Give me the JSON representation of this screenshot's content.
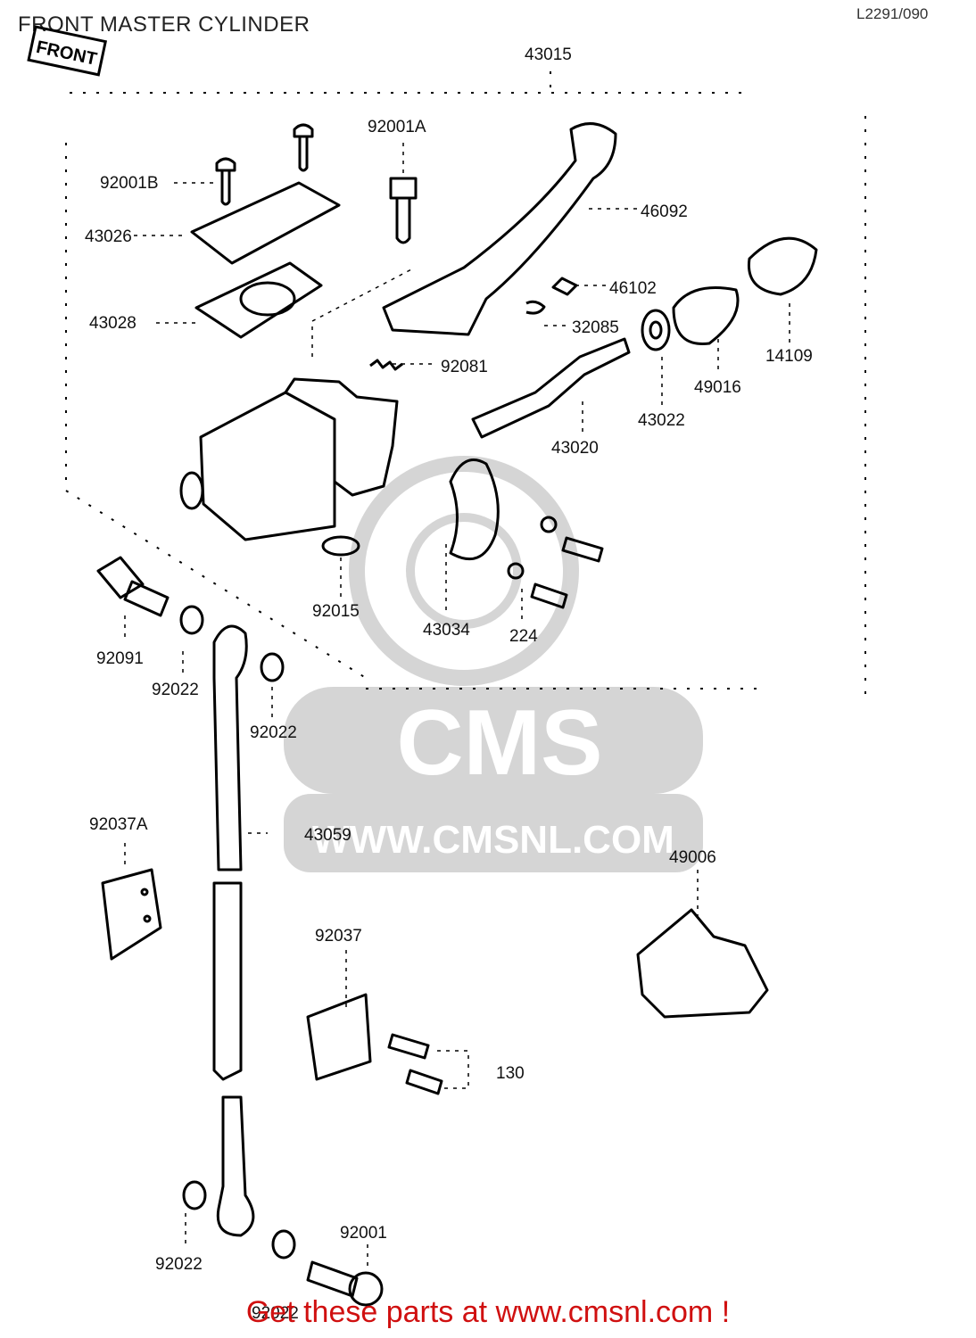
{
  "title": "FRONT MASTER CYLINDER",
  "drawing_code": "L2291/090",
  "front_marker": "FRONT",
  "watermark": {
    "brand": "CMS",
    "url": "WWW.CMSNL.COM"
  },
  "footer": "Get these parts at www.cmsnl.com !",
  "parts": [
    {
      "id": "p-43015",
      "label": "43015"
    },
    {
      "id": "p-92001A",
      "label": "92001A"
    },
    {
      "id": "p-92001B",
      "label": "92001B"
    },
    {
      "id": "p-46092",
      "label": "46092"
    },
    {
      "id": "p-43026",
      "label": "43026"
    },
    {
      "id": "p-46102",
      "label": "46102"
    },
    {
      "id": "p-43028",
      "label": "43028"
    },
    {
      "id": "p-32085",
      "label": "32085"
    },
    {
      "id": "p-14109",
      "label": "14109"
    },
    {
      "id": "p-92081",
      "label": "92081"
    },
    {
      "id": "p-49016",
      "label": "49016"
    },
    {
      "id": "p-43022",
      "label": "43022"
    },
    {
      "id": "p-43020",
      "label": "43020"
    },
    {
      "id": "p-92015",
      "label": "92015"
    },
    {
      "id": "p-43034",
      "label": "43034"
    },
    {
      "id": "p-224",
      "label": "224"
    },
    {
      "id": "p-92091",
      "label": "92091"
    },
    {
      "id": "p-92022a",
      "label": "92022"
    },
    {
      "id": "p-92022b",
      "label": "92022"
    },
    {
      "id": "p-92037A",
      "label": "92037A"
    },
    {
      "id": "p-43059",
      "label": "43059"
    },
    {
      "id": "p-49006",
      "label": "49006"
    },
    {
      "id": "p-92037",
      "label": "92037"
    },
    {
      "id": "p-130",
      "label": "130"
    },
    {
      "id": "p-92001",
      "label": "92001"
    },
    {
      "id": "p-92022c",
      "label": "92022"
    },
    {
      "id": "p-92022d",
      "label": "92022"
    }
  ]
}
